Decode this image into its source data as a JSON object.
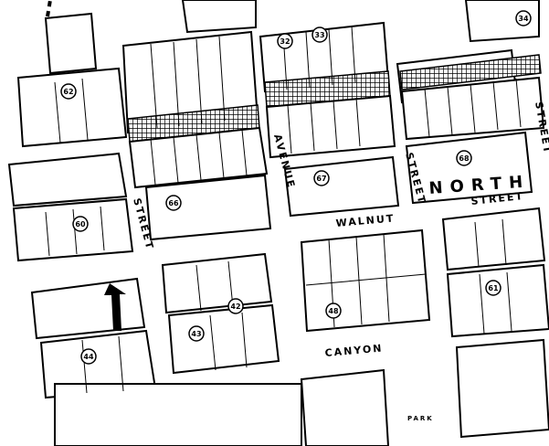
{
  "map": {
    "streets": {
      "street_west": "STREET",
      "avenue": "AVENUE",
      "walnut": "WALNUT",
      "canyon": "CANYON",
      "street_mid": "STREET",
      "north": "NORTH",
      "north_street": "STREET",
      "street_east": "STREET",
      "park": "PARK"
    },
    "block_numbers": [
      "62",
      "66",
      "60",
      "42",
      "43",
      "44",
      "67",
      "68",
      "61",
      "48",
      "34",
      "32",
      "33"
    ],
    "highlight_arrow": "north-arrow-marker",
    "colors": {
      "ink": "#000000",
      "paper": "#ffffff"
    }
  }
}
